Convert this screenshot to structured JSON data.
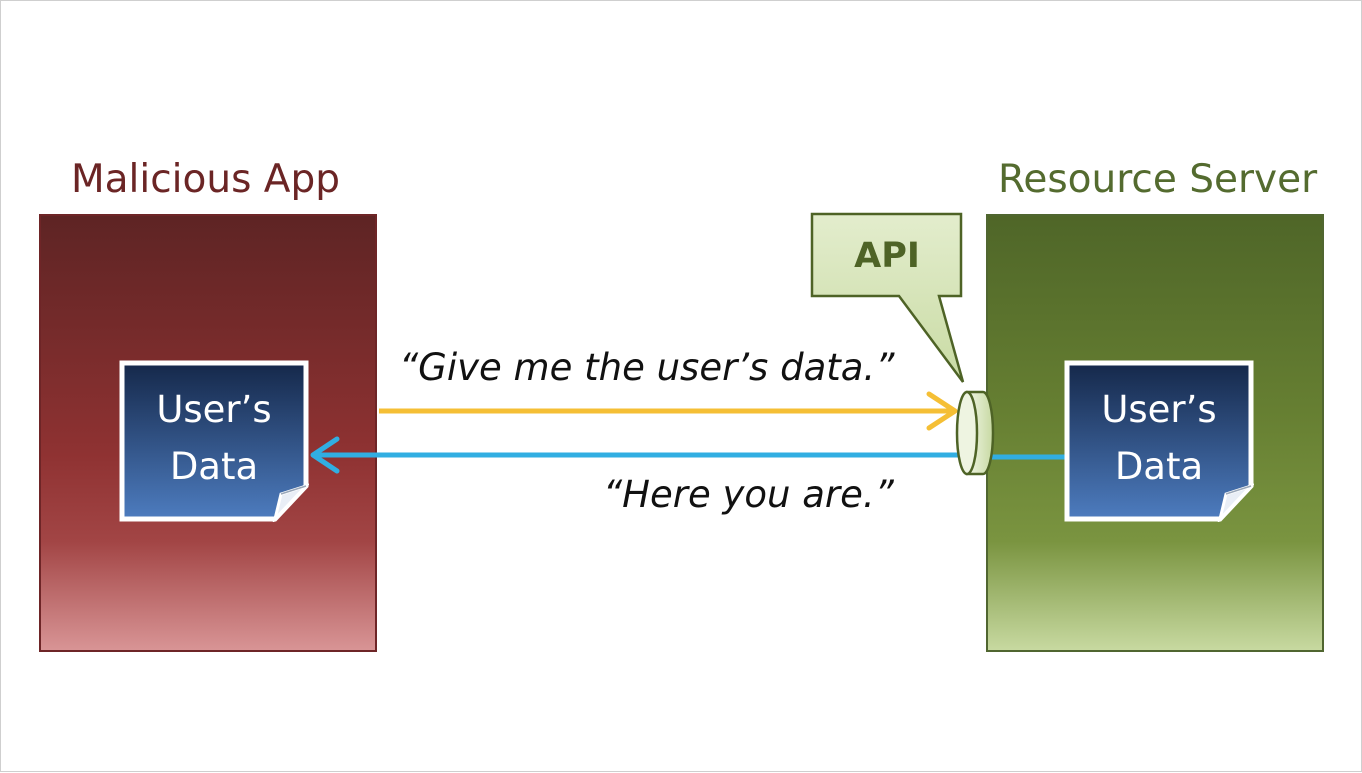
{
  "left_component": {
    "title": "Malicious App",
    "doc_line1": "User’s",
    "doc_line2": "Data"
  },
  "right_component": {
    "title": "Resource Server",
    "doc_line1": "User’s",
    "doc_line2": "Data"
  },
  "api_callout": {
    "label": "API"
  },
  "messages": {
    "request": "“Give me the user’s data.”",
    "response": "“Here you are.”"
  },
  "colors": {
    "request_arrow": "#f5bf35",
    "response_arrow": "#31aee2",
    "left_accent": "#6b2525",
    "right_accent": "#546b2f"
  }
}
